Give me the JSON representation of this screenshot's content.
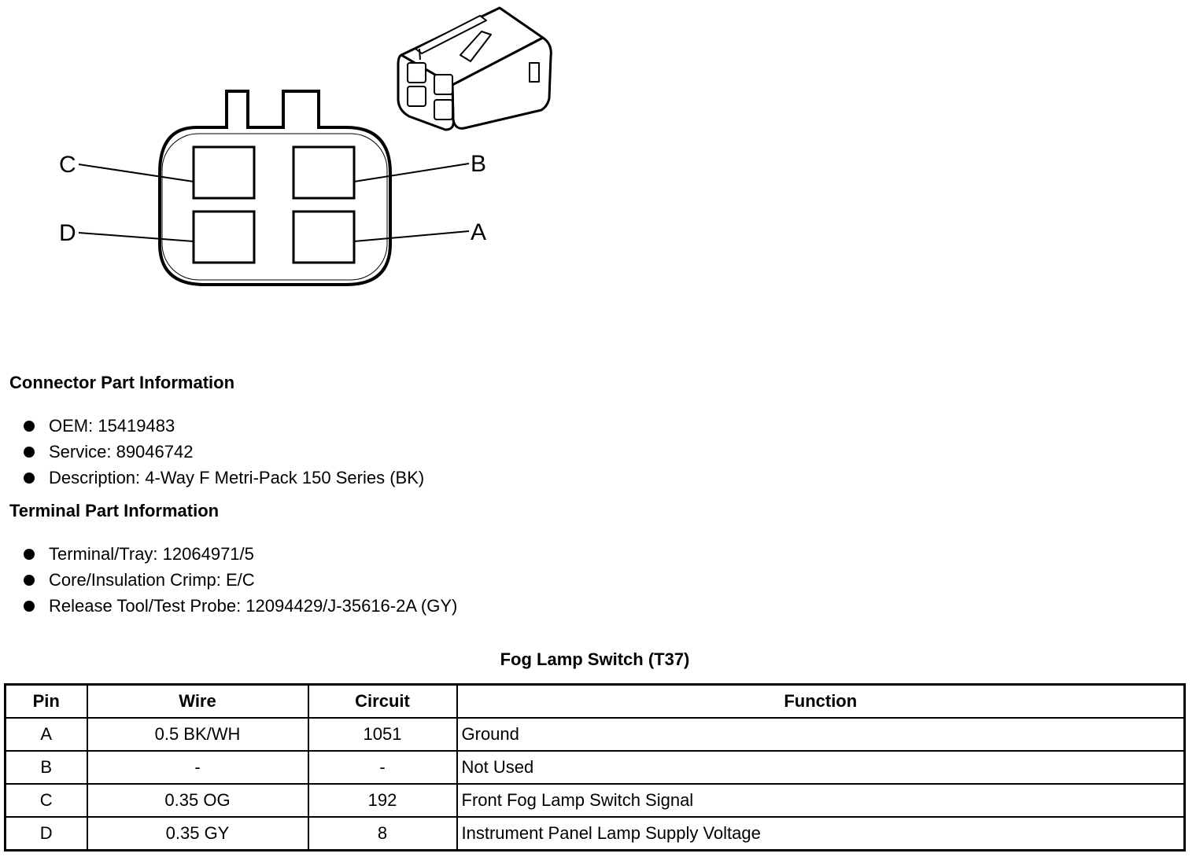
{
  "connector": {
    "pin_labels": {
      "c": "C",
      "b": "B",
      "d": "D",
      "a": "A"
    }
  },
  "connector_info": {
    "title": "Connector Part Information",
    "items": [
      "OEM: 15419483",
      "Service: 89046742",
      "Description: 4-Way F Metri-Pack 150 Series (BK)"
    ]
  },
  "terminal_info": {
    "title": "Terminal Part Information",
    "items": [
      "Terminal/Tray: 12064971/5",
      "Core/Insulation Crimp: E/C",
      "Release Tool/Test Probe: 12094429/J-35616-2A (GY)"
    ]
  },
  "table": {
    "title": "Fog Lamp Switch (T37)",
    "headers": {
      "pin": "Pin",
      "wire": "Wire",
      "circuit": "Circuit",
      "function": "Function"
    },
    "rows": [
      {
        "pin": "A",
        "wire": "0.5 BK/WH",
        "circuit": "1051",
        "function": "Ground"
      },
      {
        "pin": "B",
        "wire": "-",
        "circuit": "-",
        "function": "Not Used"
      },
      {
        "pin": "C",
        "wire": "0.35 OG",
        "circuit": "192",
        "function": "Front Fog Lamp Switch Signal"
      },
      {
        "pin": "D",
        "wire": "0.35 GY",
        "circuit": "8",
        "function": "Instrument Panel Lamp Supply Voltage"
      }
    ]
  }
}
